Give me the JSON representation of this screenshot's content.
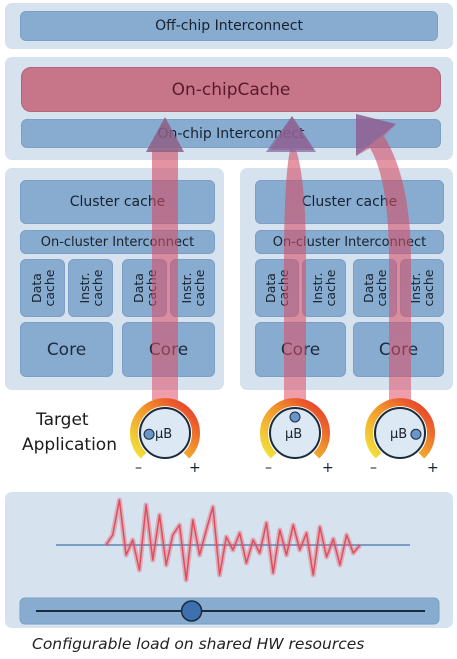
{
  "offchip": {
    "label": "Off-chip Interconnect"
  },
  "onchip": {
    "cache_label": "On-chipCache",
    "interconnect_label": "On-chip Interconnect"
  },
  "clusters": [
    {
      "cache_label": "Cluster cache",
      "interconnect_label": "On-cluster Interconnect",
      "units": [
        {
          "data_cache": "Data\ncache",
          "instr_cache": "Instr.\ncache",
          "core": "Core"
        },
        {
          "data_cache": "Data\ncache",
          "instr_cache": "Instr.\ncache",
          "core": "Core"
        }
      ]
    },
    {
      "cache_label": "Cluster cache",
      "interconnect_label": "On-cluster Interconnect",
      "units": [
        {
          "data_cache": "Data\ncache",
          "instr_cache": "Instr.\ncache",
          "core": "Core"
        },
        {
          "data_cache": "Data\ncache",
          "instr_cache": "Instr.\ncache",
          "core": "Core"
        }
      ]
    }
  ],
  "target": {
    "line1": "Target",
    "line2": "Application"
  },
  "knobs": [
    {
      "label": "μB",
      "minus": "–",
      "plus": "+",
      "level": 0.15
    },
    {
      "label": "μB",
      "minus": "–",
      "plus": "+",
      "level": 0.5
    },
    {
      "label": "μB",
      "minus": "–",
      "plus": "+",
      "level": 0.85
    }
  ],
  "slider": {
    "level": 0.4
  },
  "caption": "Configurable  load on shared HW resources",
  "colors": {
    "panel": "#d6e2ee",
    "block": "#88abd0",
    "cache": "#c7768a",
    "arrow": "#e05066",
    "wave": "#e24c5c",
    "knob": "#dce8f4"
  }
}
